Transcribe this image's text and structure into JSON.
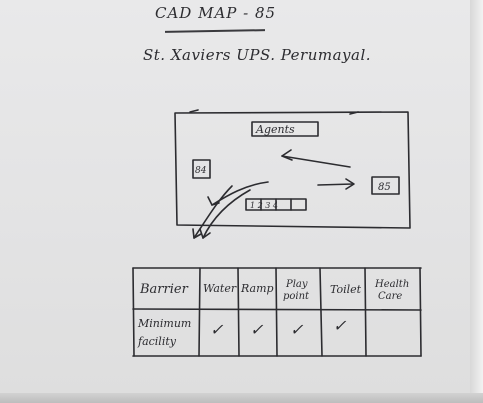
{
  "heading": {
    "title": "CAD MAP - 85",
    "subtitle": "St. Xaviers UPS. Perumayal."
  },
  "map": {
    "top_label": "Agents",
    "left_room": "84",
    "right_room": "85",
    "bench_label": "1 2 3 4"
  },
  "table": {
    "headers": [
      "Barrier",
      "Water",
      "Ramp",
      "Play point",
      "Toilet",
      "Health Care"
    ],
    "row_label": "Minimum facility",
    "marks": [
      "✓",
      "✓",
      "✓",
      "✓",
      "",
      ""
    ]
  }
}
